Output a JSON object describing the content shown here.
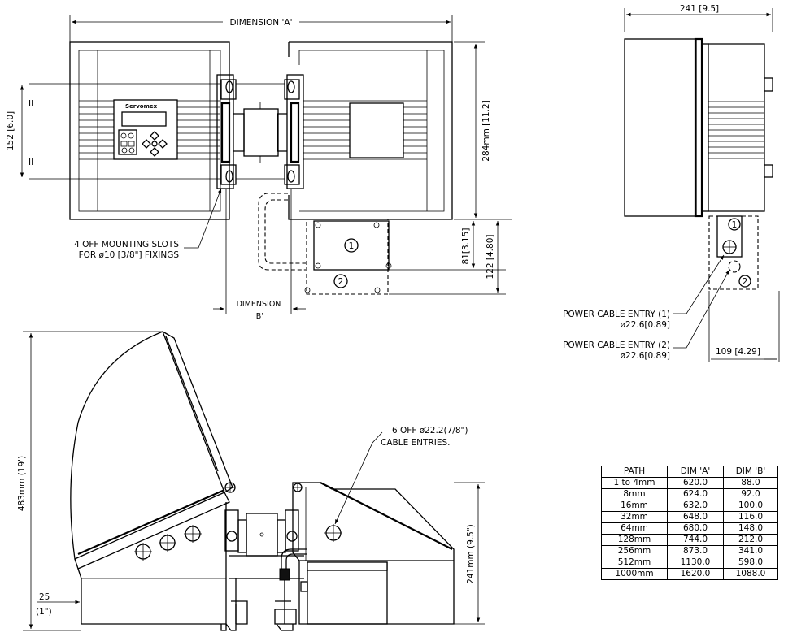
{
  "top_view": {
    "dimension_a_label": "DIMENSION 'A'",
    "dimension_b_label_line1": "DIMENSION",
    "dimension_b_label_line2": "'B'",
    "height_152_label": "152 [6.0]",
    "height_284_label": "284mm [11.2]",
    "dim_81_label": "81[3.15]",
    "dim_122_label": "122 [4.80]",
    "mounting_note_line1": "4 OFF MOUNTING SLOTS",
    "mounting_note_line2": "FOR ø10 [3/8\"] FIXINGS",
    "brand_label": "Servomex",
    "callout_1": "1",
    "callout_2": "2",
    "slot_mark": "II"
  },
  "side_view": {
    "width_label": "241 [9.5]",
    "cable_entry_1_line1": "POWER CABLE ENTRY (1)",
    "cable_entry_1_line2": "ø22.6[0.89]",
    "cable_entry_2_line1": "POWER CABLE ENTRY (2)",
    "cable_entry_2_line2": "ø22.6[0.89]",
    "offset_label": "109 [4.29]",
    "callout_1": "1",
    "callout_2": "2"
  },
  "front_view": {
    "height_483_label": "483mm (19')",
    "height_241_label": "241mm (9.5\")",
    "dim_25_label": "25",
    "dim_1in_label": "(1\")",
    "cable_note_line1": "6 OFF ø22.2(7/8\")",
    "cable_note_line2": "CABLE ENTRIES."
  },
  "dimension_table": {
    "headers": [
      "PATH",
      "DIM 'A'",
      "DIM 'B'"
    ],
    "rows": [
      [
        "1 to 4mm",
        "620.0",
        "88.0"
      ],
      [
        "8mm",
        "624.0",
        "92.0"
      ],
      [
        "16mm",
        "632.0",
        "100.0"
      ],
      [
        "32mm",
        "648.0",
        "116.0"
      ],
      [
        "64mm",
        "680.0",
        "148.0"
      ],
      [
        "128mm",
        "744.0",
        "212.0"
      ],
      [
        "256mm",
        "873.0",
        "341.0"
      ],
      [
        "512mm",
        "1130.0",
        "598.0"
      ],
      [
        "1000mm",
        "1620.0",
        "1088.0"
      ]
    ]
  }
}
